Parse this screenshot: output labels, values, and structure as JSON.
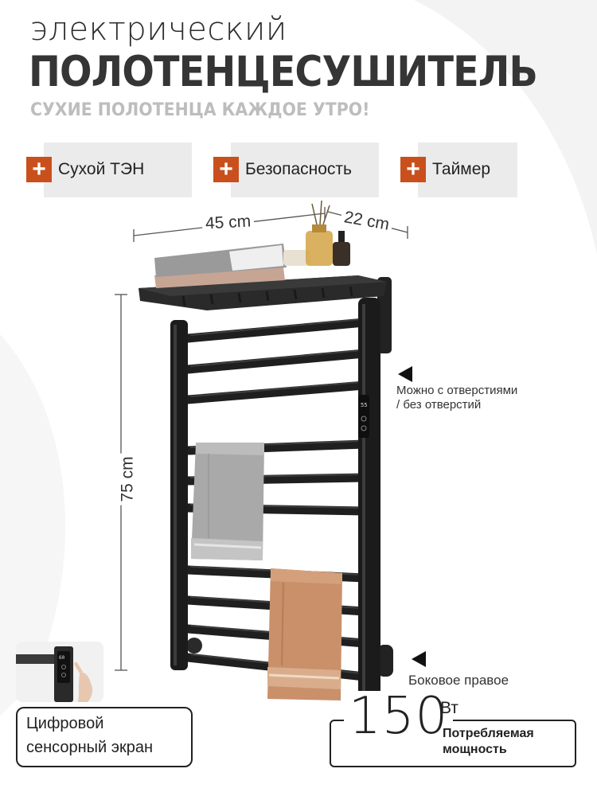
{
  "header": {
    "title_small": "электрический",
    "title_big": "ПОЛОТЕНЦЕСУШИТЕЛЬ",
    "subtitle": "СУХИЕ ПОЛОТЕНЦА КАЖДОЕ УТРО!"
  },
  "features": [
    {
      "icon": "plus-icon",
      "label": "Сухой ТЭН"
    },
    {
      "icon": "plus-icon",
      "label": "Безопасность"
    },
    {
      "icon": "plus-icon",
      "label": "Таймер"
    }
  ],
  "dimensions": {
    "width": "45 cm",
    "depth": "22 cm",
    "height": "75 cm"
  },
  "notes": {
    "mounting_line1": "Можно с отверстиями",
    "mounting_line2": "/ без отверстий",
    "connection": "Боковое правое"
  },
  "screen_badge": {
    "line1": "Цифровой",
    "line2": "сенсорный экран"
  },
  "power": {
    "value": "150",
    "unit": "Вт",
    "label_line1": "Потребляемая",
    "label_line2": "мощность"
  },
  "colors": {
    "accent": "#c9501c",
    "feature_bg": "#ebebeb",
    "subtitle": "#bdbdbd",
    "rail": "#1f1f1f",
    "towel_gray": "#a9a9a9",
    "towel_tan": "#c9906a"
  }
}
